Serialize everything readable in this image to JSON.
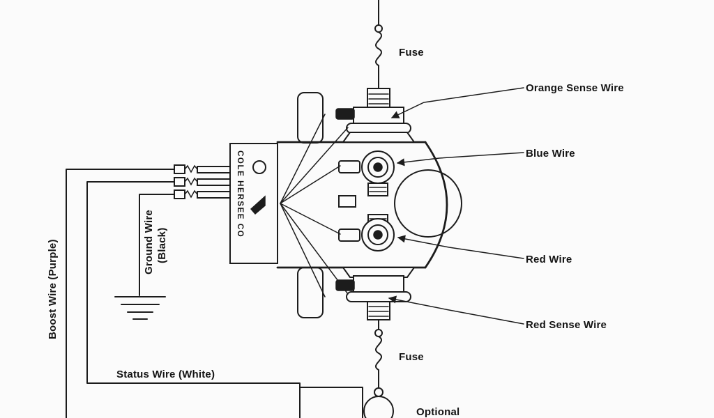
{
  "labels": {
    "fuse_top": "Fuse",
    "orange_sense_wire": "Orange Sense Wire",
    "blue_wire": "Blue Wire",
    "red_wire": "Red Wire",
    "red_sense_wire": "Red Sense Wire",
    "fuse_bottom": "Fuse",
    "optional": "Optional",
    "boost_wire": "Boost Wire (Purple)",
    "ground_wire_line1": "Ground Wire",
    "ground_wire_line2": "(Black)",
    "status_wire": "Status Wire (White)",
    "device_brand": "COLE HERSEE CO"
  },
  "colors": {
    "line": "#1c1c1c",
    "background": "#fbfbfb"
  }
}
